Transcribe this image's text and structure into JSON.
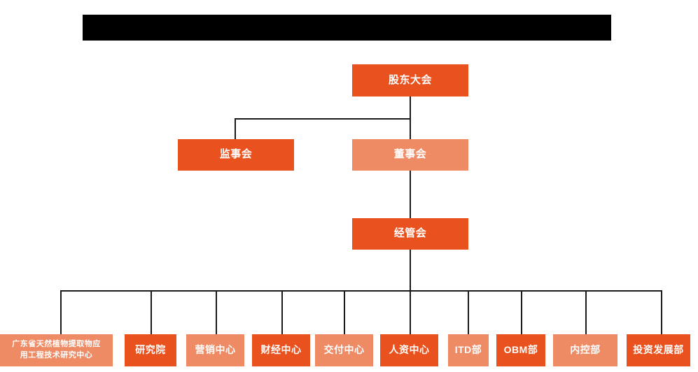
{
  "document": {
    "kind": "organization-chart",
    "title_bar": {
      "label": "",
      "state": "redacted",
      "color": "#000000"
    }
  },
  "palette": {
    "accent_dark": "#E9521E",
    "accent_light": "#EE8B65",
    "connector": "#1A1A1A",
    "background": "#FFFFFF",
    "text": "#FFFFFF"
  },
  "levels": {
    "level1": {
      "nodes": [
        {
          "label": "股东大会",
          "tone": "dark"
        }
      ]
    },
    "level2": {
      "nodes": [
        {
          "label": "监事会",
          "tone": "dark"
        },
        {
          "label": "董事会",
          "tone": "light"
        }
      ]
    },
    "level3": {
      "nodes": [
        {
          "label": "经管会",
          "tone": "dark"
        }
      ]
    },
    "departments": {
      "nodes": [
        {
          "label": "广东省天然植物提取物应\n用工程技术研究中心",
          "line1": "广东省天然植物提取物应",
          "line2": "用工程技术研究中心",
          "tone": "light"
        },
        {
          "label": "研究院",
          "tone": "dark"
        },
        {
          "label": "营销中心",
          "tone": "light"
        },
        {
          "label": "财经中心",
          "tone": "dark"
        },
        {
          "label": "交付中心",
          "tone": "light"
        },
        {
          "label": "人资中心",
          "tone": "dark"
        },
        {
          "label": "ITD部",
          "tone": "light"
        },
        {
          "label": "OBM部",
          "tone": "dark"
        },
        {
          "label": "内控部",
          "tone": "light"
        },
        {
          "label": "投资发展部",
          "tone": "dark"
        }
      ]
    }
  }
}
